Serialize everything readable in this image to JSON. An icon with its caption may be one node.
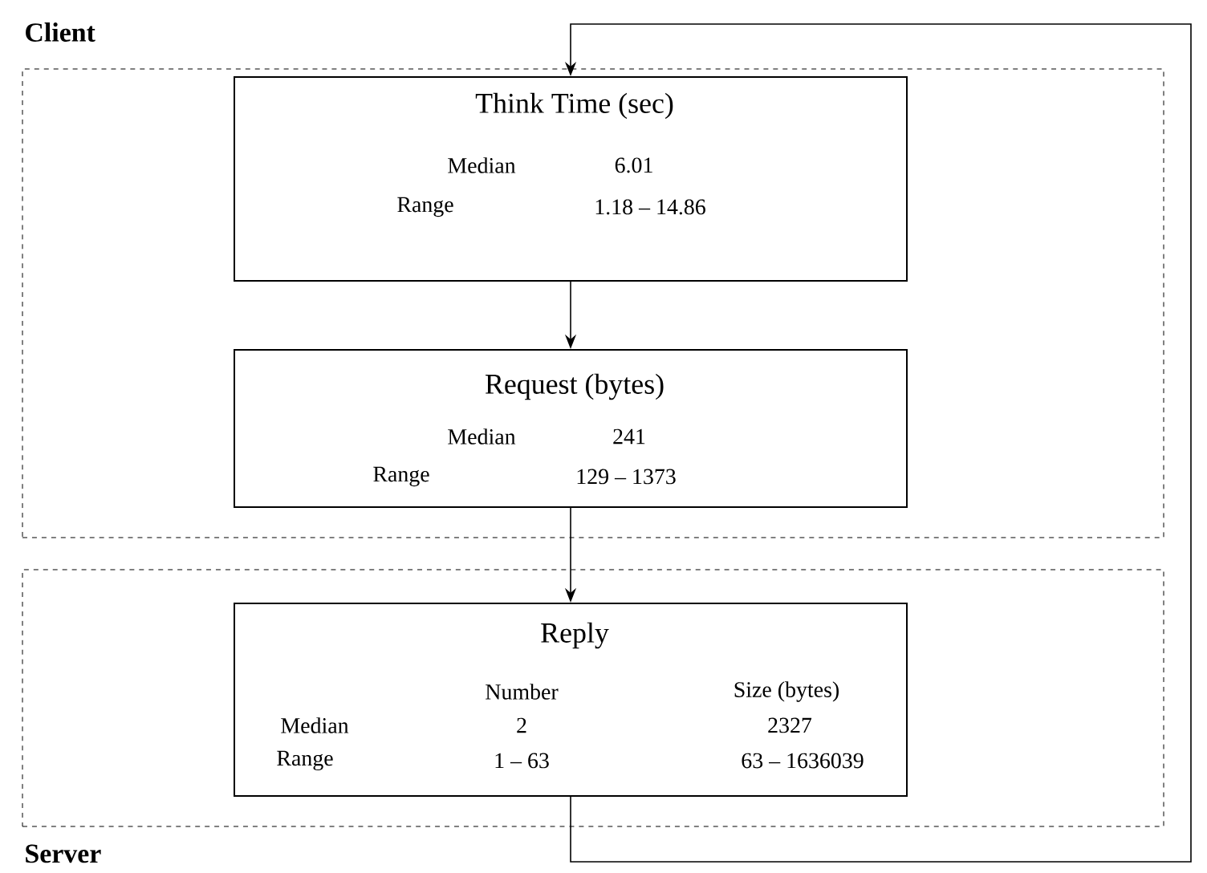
{
  "diagram": {
    "nodes": [
      {
        "text": [
          "Client"
        ]
      },
      {
        "text": [
          "Think Time (sec)",
          "Median",
          "6.01",
          "Range",
          "1.18 – 14.86"
        ],
        "in": 0
      },
      {
        "text": [
          "Request (bytes)",
          "Median",
          "241",
          "Range",
          "129 – 1373"
        ],
        "in": 0
      },
      {
        "text": [
          "Server"
        ]
      },
      {
        "text": [
          "Reply",
          "Number",
          "Size (bytes)",
          "Median",
          "2",
          "2327",
          "Range",
          "1 – 63",
          "63 – 1636039"
        ],
        "in": 3
      }
    ],
    "edges": [
      {
        "from": 1,
        "to": 2,
        "arrow": "to"
      },
      {
        "from": 2,
        "to": 4,
        "arrow": "to"
      },
      {
        "from": 4,
        "to": 1,
        "arrow": "to"
      }
    ]
  }
}
